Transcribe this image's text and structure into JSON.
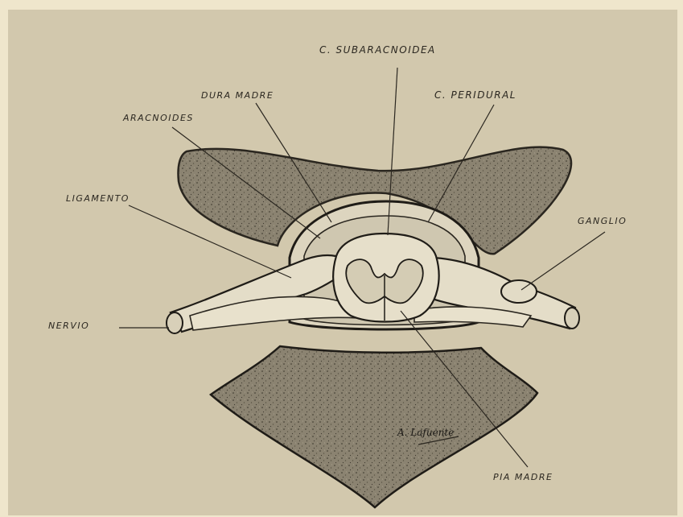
{
  "labels": {
    "c_subaracnoidea": "C. SUBARACNOIDEA",
    "dura_madre": "DURA MADRE",
    "c_peridural": "C. PERIDURAL",
    "aracnoides": "ARACNOIDES",
    "ligamento": "LIGAMENTO",
    "ganglio": "GANGLIO",
    "nervio": "NERVIO",
    "pia_madre": "PIA MADRE"
  },
  "signature": "A. Lafuente",
  "colors": {
    "background": "#d2c8ad",
    "bone": "#8a8270",
    "ink": "#1f1c17",
    "light_tissue": "#e2dbc6"
  }
}
